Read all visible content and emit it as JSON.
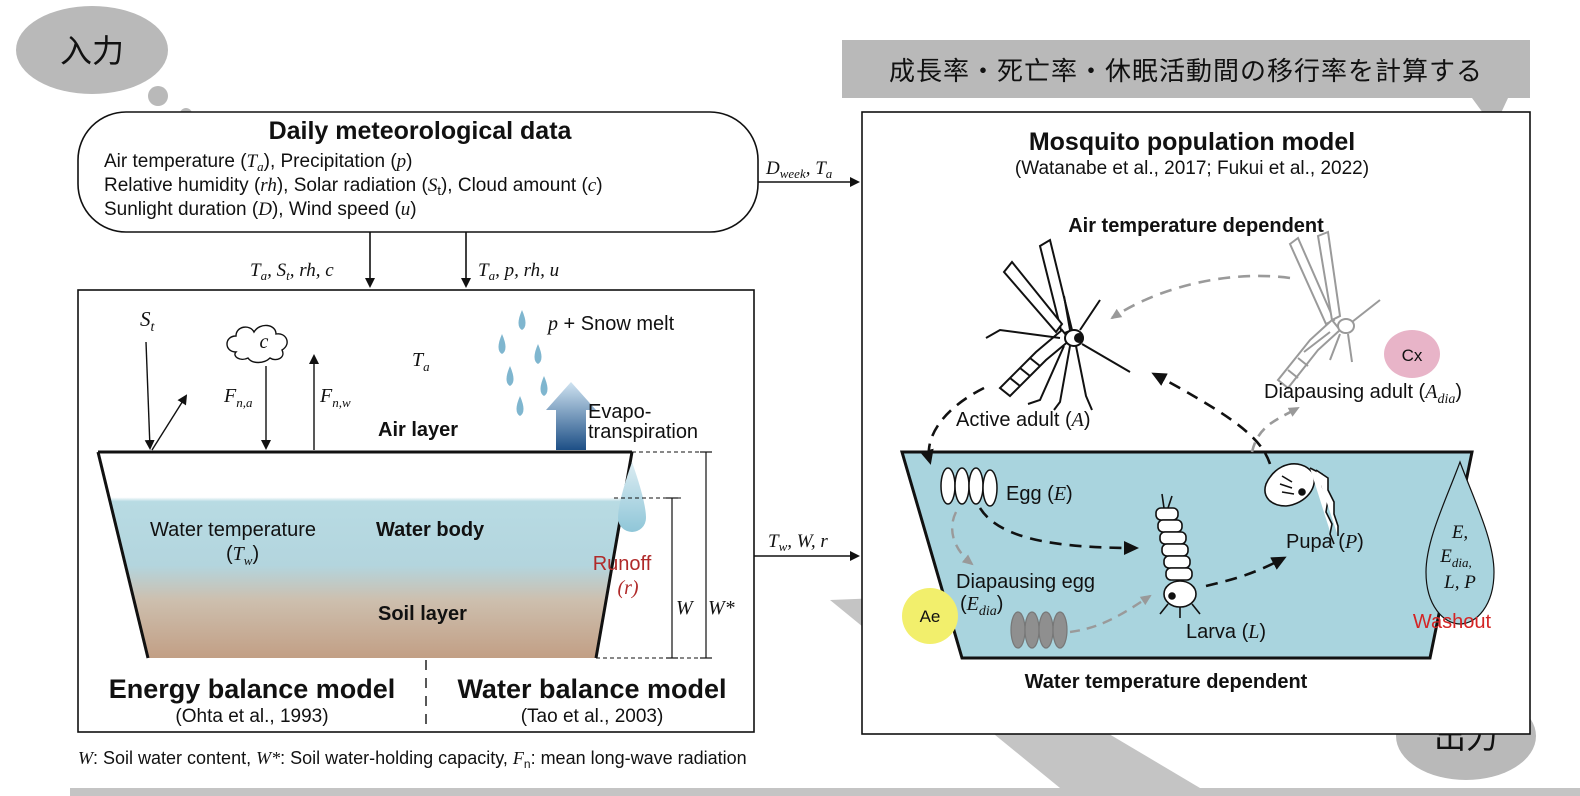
{
  "callouts": {
    "input": "入力",
    "output": "出力",
    "banner": "成長率・死亡率・休眠活動間の移行率を計算する"
  },
  "meteo": {
    "title": "Daily meteorological data",
    "line1_a": "Air temperature (",
    "line1_b": "), Precipitation (",
    "line1_c": ")",
    "line2_a": "Relative humidity (",
    "line2_b": "), Solar radiation (",
    "line2_c": "), Cloud amount (",
    "line2_d": ")",
    "line3_a": "Sunlight duration (",
    "line3_b": "), Wind speed (",
    "line3_c": ")",
    "sym_Ta": "T",
    "sym_Ta_sub": "a",
    "sym_p": "p",
    "sym_rh": "rh",
    "sym_St": "S",
    "sym_St_sub": "t",
    "sym_c": "c",
    "sym_D": "D",
    "sym_u": "u"
  },
  "arrows": {
    "left_in_a": "T",
    "left_in_a_sub": "a",
    "left_in_b": ", S",
    "left_in_b_sub": "t",
    "left_in_c": ", rh, c",
    "right_in_a": "T",
    "right_in_a_sub": "a",
    "right_in_b": ", p, rh, u",
    "to_mosq_a": "D",
    "to_mosq_a_sub": "week",
    "to_mosq_b": ", T",
    "to_mosq_b_sub": "a",
    "lower_a": "T",
    "lower_a_sub": "w",
    "lower_b": ", W, r"
  },
  "land": {
    "St": "S",
    "St_sub": "t",
    "cloud": "c",
    "Fna": "F",
    "Fna_sub": "n,a",
    "Fnw": "F",
    "Fnw_sub": "n,w",
    "Ta": "T",
    "Ta_sub": "a",
    "precip_p": "p",
    "precip_rest": " + Snow melt",
    "evapo1": "Evapo-",
    "evapo2": "transpiration",
    "air_layer": "Air layer",
    "water_temp": "Water temperature",
    "water_temp_sym_open": "(",
    "water_temp_sym": "T",
    "water_temp_sym_sub": "w",
    "water_temp_sym_close": ")",
    "water_body": "Water body",
    "soil_layer": "Soil layer",
    "runoff": "Runoff",
    "runoff_sym": "(r)",
    "W": "W",
    "Wstar": "W*",
    "energy_title": "Energy balance model",
    "energy_ref": "(Ohta et al., 1993)",
    "water_title": "Water balance model",
    "water_ref": "(Tao et al., 2003)"
  },
  "footnote": {
    "a": ": Soil water content, ",
    "b": ": Soil water-holding capacity, ",
    "c": ": mean long-wave radiation",
    "W": "W",
    "Wstar": "W*",
    "Fn": "F",
    "Fn_sub": "n"
  },
  "mosquito": {
    "title": "Mosquito population model",
    "ref": "(Watanabe et al., 2017; Fukui et al., 2022)",
    "air_dep": "Air temperature dependent",
    "water_dep": "Water temperature dependent",
    "active_adult": "Active adult (",
    "active_adult_sym": "A",
    "diapausing_adult": "Diapausing adult (",
    "diapausing_adult_sym": "A",
    "diapausing_adult_sub": "dia",
    "egg": "Egg (",
    "egg_sym": "E",
    "diapausing_egg": "Diapausing egg",
    "diapausing_egg_sym": "E",
    "diapausing_egg_sub": "dia",
    "larva": "Larva (",
    "larva_sym": "L",
    "pupa": "Pupa (",
    "pupa_sym": "P",
    "close": ")",
    "washout": "Washout",
    "wash_E": "E,",
    "wash_Edia": "E",
    "wash_Edia_sub": "dia,",
    "wash_LP": "L, P",
    "cx": "Cx",
    "ae": "Ae"
  },
  "colors": {
    "water": "#a9d4de",
    "soil": "#c9a48a",
    "callout": "#b9b9b9",
    "runoff": "#b02a2a",
    "washout": "#d42525",
    "cx_badge": "#e8b4c8",
    "ae_badge": "#f2ef6c"
  }
}
